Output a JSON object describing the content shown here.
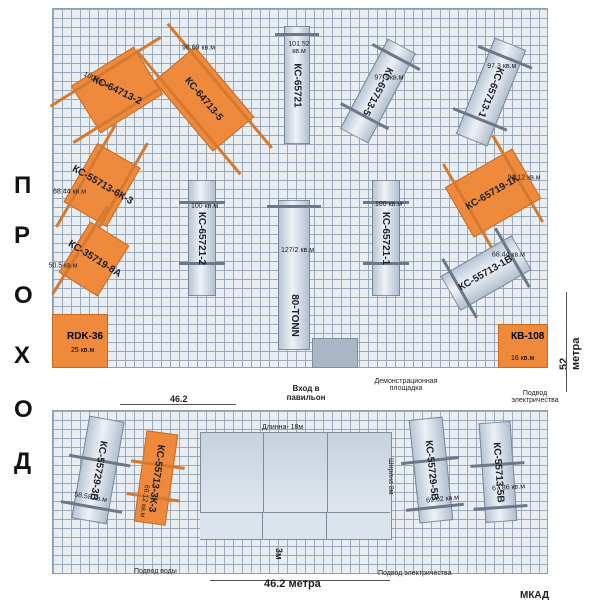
{
  "side_label": [
    "П",
    "Р",
    "О",
    "Х",
    "О",
    "Д"
  ],
  "cranes_top": [
    {
      "name": "КС-64713-2",
      "area": "100 кв.м",
      "color": "orange"
    },
    {
      "name": "КС-64713-5",
      "area": "98.69 кв.м",
      "color": "orange"
    },
    {
      "name": "КС-65721",
      "area": "101.52 кв.м",
      "color": "gray"
    },
    {
      "name": "КС-65713-5",
      "area": "97.3 кв.м",
      "color": "gray"
    },
    {
      "name": "КС-65713-1",
      "area": "97.3 кв.м",
      "color": "gray"
    },
    {
      "name": "КС-55713-6К-3",
      "area": "68.44 кв.м",
      "color": "orange"
    },
    {
      "name": "КС-65721-2",
      "area": "100 кв.м",
      "color": "gray"
    },
    {
      "name": "80-TONN",
      "area": "127/2 кв.м",
      "color": "gray"
    },
    {
      "name": "КС-65721-1",
      "area": "100 кв.м",
      "color": "gray"
    },
    {
      "name": "КС-65719-1К",
      "area": "91.12 кв.м",
      "color": "orange"
    },
    {
      "name": "КС-35719-8А",
      "area": "50.5 кв.м",
      "color": "orange"
    },
    {
      "name": "КС-55713-1В",
      "area": "68.44 кв.м",
      "color": "gray"
    }
  ],
  "rdk": {
    "name": "RDK-36",
    "area": "25 кв.м"
  },
  "kb": {
    "name": "КВ-108",
    "area": "16 кв.м"
  },
  "cranes_bottom": [
    {
      "name": "КС-55729-3В",
      "area": "58.58 кв.м",
      "color": "gray"
    },
    {
      "name": "КС-55713-3К-3",
      "area": "66.12 кв.м",
      "color": "orange"
    },
    {
      "name": "КС-55729-5В",
      "area": "69.02 кв.м",
      "color": "gray"
    },
    {
      "name": "КС-55713-5В",
      "area": "67.86 кв.м",
      "color": "gray"
    }
  ],
  "labels": {
    "demo_area": "Демонстрационная площадка",
    "power_top": "Подвод электричества",
    "entrance": "Вход в павильон",
    "dim_top": "46.2",
    "dim_52": "52 метра",
    "length_18": "Длинна- 18м",
    "width_8": "Ширина 8м",
    "height_3": "3м",
    "water": "Подвод воды",
    "power_bottom": "Подвод электричества",
    "dim_bottom": "46.2 метра",
    "mkad": "МКАД"
  }
}
